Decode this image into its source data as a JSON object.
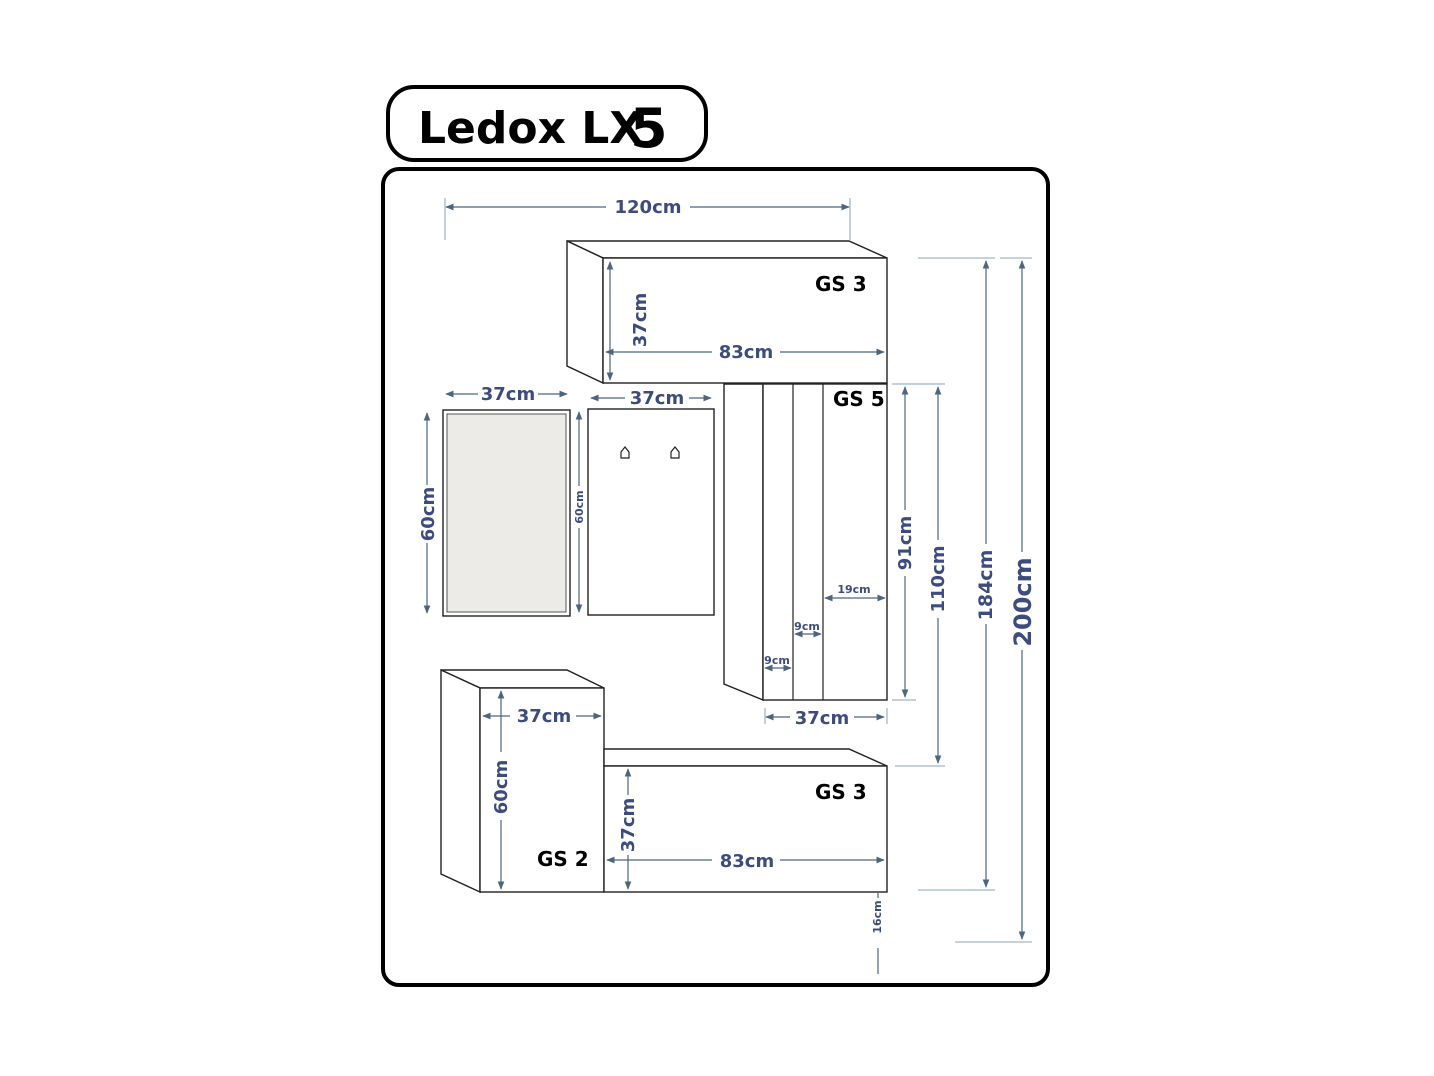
{
  "title": {
    "name": "Ledox LX",
    "number": "5"
  },
  "modules": {
    "gs3_top": "GS 3",
    "gs5": "GS 5",
    "gs2": "GS 2",
    "gs3_bottom": "GS 3"
  },
  "dimensions": {
    "overall_width": "120cm",
    "gs3_top_height": "37cm",
    "gs3_top_width": "83cm",
    "mirror_width": "37cm",
    "mirror_height": "60cm",
    "hanger_width": "37cm",
    "hanger_height": "60cm",
    "gs5_height": "91cm",
    "gs5_width": "37cm",
    "gs5_panel_19": "19cm",
    "gs5_panel_9a": "9cm",
    "gs5_panel_9b": "9cm",
    "gs5_offset_110": "110cm",
    "height_184": "184cm",
    "height_200": "200cm",
    "gs2_width": "37cm",
    "gs2_height": "60cm",
    "gs3_bottom_height": "37cm",
    "gs3_bottom_width": "83cm",
    "floor_gap": "16cm"
  },
  "colors": {
    "dimension_text": "#3d4c80",
    "dimension_line": "#4d6680",
    "outline": "#000000",
    "mirror_fill": "#ecebe8"
  }
}
